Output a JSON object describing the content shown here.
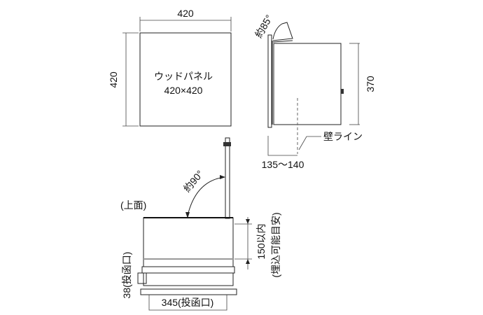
{
  "front_view": {
    "width_label": "420",
    "height_label": "420",
    "panel_name": "ウッドパネル",
    "panel_size": "420×420"
  },
  "side_view": {
    "lid_angle": "約85°",
    "height_label": "370",
    "wall_line_label": "壁ライン",
    "depth_label": "135～140"
  },
  "top_view": {
    "view_label": "(上面)",
    "pole_angle": "約90°",
    "embed_depth": "150以内",
    "embed_note": "(埋込可能目安)",
    "slot_height": "38(投函口)",
    "slot_width": "345(投函口)"
  }
}
